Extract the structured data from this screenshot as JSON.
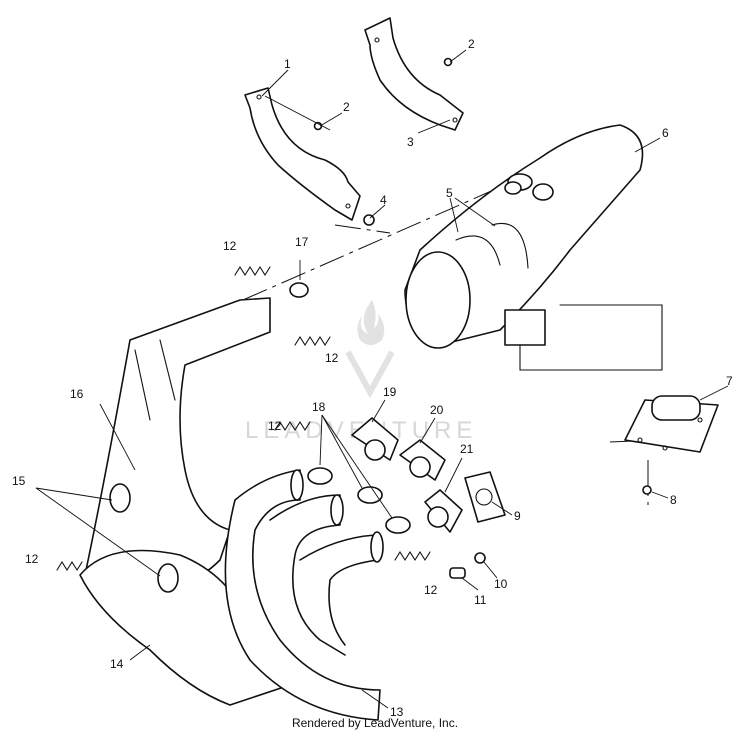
{
  "credit": "Rendered by LeadVenture, Inc.",
  "watermark": "LEADVENTURE",
  "callouts": [
    "1",
    "2",
    "2",
    "3",
    "4",
    "5",
    "6",
    "7",
    "8",
    "9",
    "10",
    "11",
    "12",
    "12",
    "12",
    "12",
    "12",
    "13",
    "14",
    "15",
    "16",
    "17",
    "18",
    "19",
    "20",
    "21"
  ],
  "colors": {
    "line": "#111111",
    "watermark": "#d7d7d7",
    "background": "#ffffff"
  }
}
